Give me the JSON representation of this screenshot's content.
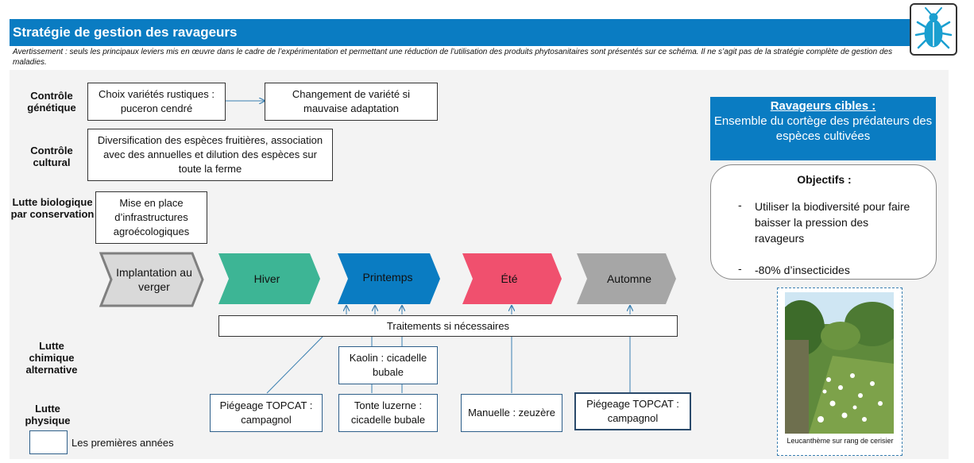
{
  "header": {
    "title": "Stratégie de gestion des ravageurs",
    "warning": "Avertissement : seuls les principaux leviers mis en œuvre dans le cadre de l’expérimentation et permettant une réduction de l’utilisation des produits phytosanitaires sont présentés sur ce schéma. Il ne s’agit pas de la stratégie complète de gestion des maladies.",
    "logo_icon": "beetle-icon",
    "colors": {
      "title_bar": "#0a7cc2",
      "logo": "#1a9fd0"
    }
  },
  "rows": {
    "genetique": "Contrôle génétique",
    "cultural": "Contrôle cultural",
    "biologique": "Lutte biologique par conservation",
    "chimique": "Lutte chimique alternative",
    "physique": "Lutte physique"
  },
  "boxes": {
    "varietes": "Choix variétés rustiques : puceron cendré",
    "changement": "Changement de variété si mauvaise adaptation",
    "diversification": "Diversification des espèces fruitières, association avec des annuelles et dilution des espèces sur toute la ferme",
    "infrastructures": "Mise en place d’infrastructures agroécologiques",
    "traitements": "Traitements si nécessaires",
    "kaolin": "Kaolin : cicadelle bubale",
    "topcat1": "Piégeage TOPCAT : campagnol",
    "tonte": "Tonte luzerne : cicadelle bubale",
    "manuelle": "Manuelle : zeuzère",
    "topcat2": "Piégeage TOPCAT : campagnol"
  },
  "seasons": [
    {
      "label": "Implantation au verger",
      "color": "#d9d9d9"
    },
    {
      "label": "Hiver",
      "color": "#3db595"
    },
    {
      "label": "Printemps",
      "color": "#0a7cc2"
    },
    {
      "label": "Été",
      "color": "#f0506e"
    },
    {
      "label": "Automne",
      "color": "#a6a6a6"
    }
  ],
  "cibles": {
    "title": "Ravageurs cibles :",
    "text": "Ensemble du cortège des prédateurs des espèces cultivées"
  },
  "objectifs": {
    "title": "Objectifs :",
    "items": [
      "Utiliser la biodiversité pour faire baisser la pression des ravageurs",
      "-80% d’insecticides"
    ]
  },
  "photo": {
    "caption": "Leucanthème sur rang de cerisier"
  },
  "legend": {
    "text": "Les premières années"
  }
}
